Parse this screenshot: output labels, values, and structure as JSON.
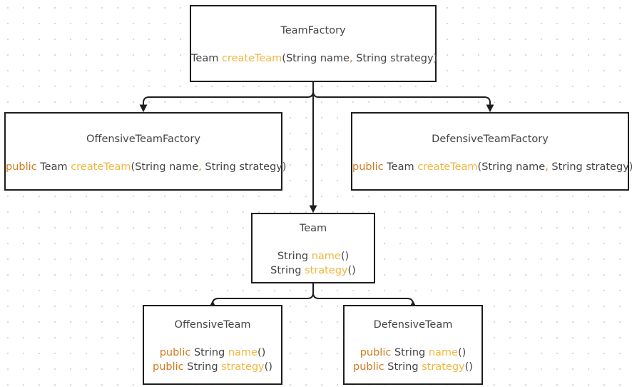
{
  "colors": {
    "keyword": "#d07a1e",
    "method": "#f2b63f",
    "text": "#444444",
    "border": "#1e1e1e",
    "connector": "#1e1e1e"
  },
  "nodes": {
    "team_factory": {
      "title": "TeamFactory",
      "members": [
        {
          "parts": [
            {
              "t": "Team ",
              "s": "tx"
            },
            {
              "t": "createTeam",
              "s": "fn"
            },
            {
              "t": "(String name",
              "s": "tx"
            },
            {
              "t": ",",
              "s": "kw"
            },
            {
              "t": " String strategy)",
              "s": "tx"
            }
          ]
        }
      ]
    },
    "offensive_team_factory": {
      "title": "OffensiveTeamFactory",
      "members": [
        {
          "parts": [
            {
              "t": "public",
              "s": "kw"
            },
            {
              "t": " Team ",
              "s": "tx"
            },
            {
              "t": "createTeam",
              "s": "fn"
            },
            {
              "t": "(String name",
              "s": "tx"
            },
            {
              "t": ",",
              "s": "kw"
            },
            {
              "t": " String strategy)",
              "s": "tx"
            }
          ]
        }
      ]
    },
    "defensive_team_factory": {
      "title": "DefensiveTeamFactory",
      "members": [
        {
          "parts": [
            {
              "t": "public",
              "s": "kw"
            },
            {
              "t": " Team ",
              "s": "tx"
            },
            {
              "t": "createTeam",
              "s": "fn"
            },
            {
              "t": "(String name",
              "s": "tx"
            },
            {
              "t": ",",
              "s": "kw"
            },
            {
              "t": " String strategy)",
              "s": "tx"
            }
          ]
        }
      ]
    },
    "team": {
      "title": "Team",
      "members": [
        {
          "parts": [
            {
              "t": "String ",
              "s": "tx"
            },
            {
              "t": "name",
              "s": "fn"
            },
            {
              "t": "()",
              "s": "tx"
            }
          ]
        },
        {
          "parts": [
            {
              "t": "String ",
              "s": "tx"
            },
            {
              "t": "strategy",
              "s": "fn"
            },
            {
              "t": "()",
              "s": "tx"
            }
          ]
        }
      ]
    },
    "offensive_team": {
      "title": "OffensiveTeam",
      "members": [
        {
          "parts": [
            {
              "t": "public",
              "s": "kw"
            },
            {
              "t": " String ",
              "s": "tx"
            },
            {
              "t": "name",
              "s": "fn"
            },
            {
              "t": "()",
              "s": "tx"
            }
          ]
        },
        {
          "parts": [
            {
              "t": "public",
              "s": "kw"
            },
            {
              "t": " String ",
              "s": "tx"
            },
            {
              "t": "strategy",
              "s": "fn"
            },
            {
              "t": "()",
              "s": "tx"
            }
          ]
        }
      ]
    },
    "defensive_team": {
      "title": "DefensiveTeam",
      "members": [
        {
          "parts": [
            {
              "t": "public",
              "s": "kw"
            },
            {
              "t": " String ",
              "s": "tx"
            },
            {
              "t": "name",
              "s": "fn"
            },
            {
              "t": "()",
              "s": "tx"
            }
          ]
        },
        {
          "parts": [
            {
              "t": "public",
              "s": "kw"
            },
            {
              "t": " String ",
              "s": "tx"
            },
            {
              "t": "strategy",
              "s": "fn"
            },
            {
              "t": "()",
              "s": "tx"
            }
          ]
        }
      ]
    }
  },
  "edges": [
    {
      "from": "team_factory",
      "to": "offensive_team_factory"
    },
    {
      "from": "team_factory",
      "to": "defensive_team_factory"
    },
    {
      "from": "team_factory",
      "to": "team"
    },
    {
      "from": "team",
      "to": "offensive_team"
    },
    {
      "from": "team",
      "to": "defensive_team"
    }
  ]
}
